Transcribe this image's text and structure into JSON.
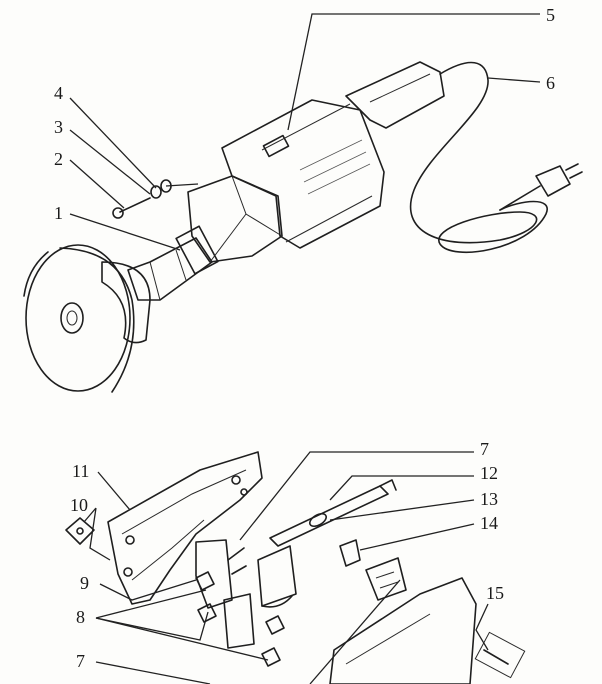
{
  "callouts": {
    "c1": "1",
    "c2": "2",
    "c3": "3",
    "c4": "4",
    "c5": "5",
    "c6": "6",
    "c7a": "7",
    "c7b": "7",
    "c8": "8",
    "c9": "9",
    "c10": "10",
    "c11": "11",
    "c12": "12",
    "c13": "13",
    "c14": "14",
    "c15": "15"
  },
  "colors": {
    "ink": "#1f1f1f",
    "paper": "#fdfdfb",
    "shade": "#bdbdb5"
  }
}
